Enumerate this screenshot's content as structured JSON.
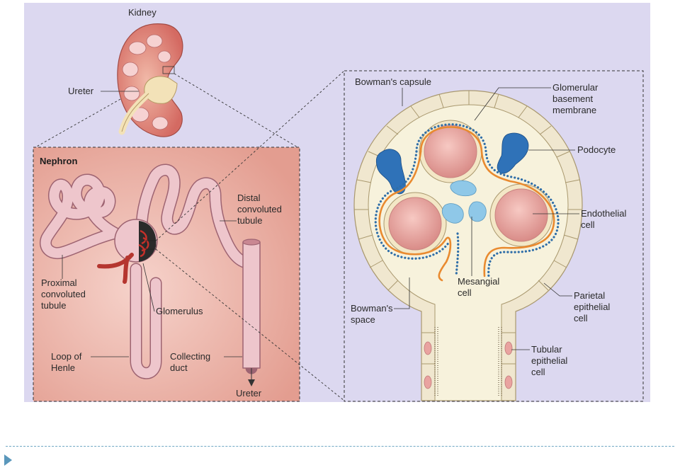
{
  "colors": {
    "background": "#dcd8f0",
    "nephron_panel": "#e8a69a",
    "kidney_cortex": "#d9736b",
    "tubule": "#eec6cc",
    "capsule_cells": "#f0e7cf",
    "capsule_lumen": "#f7f2dc",
    "capillary": "#e9a3a0",
    "podocyte": "#2f72b8",
    "basement_membrane": "#e98a2f",
    "mesangial": "#8fc8e8",
    "footer_accent": "#5a97bb"
  },
  "labels": {
    "kidney": "Kidney",
    "ureter_top": "Ureter",
    "nephron": "Nephron",
    "distal_l1": "Distal",
    "distal_l2": "convoluted",
    "distal_l3": "tubule",
    "proximal_l1": "Proximal",
    "proximal_l2": "convoluted",
    "proximal_l3": "tubule",
    "glomerulus": "Glomerulus",
    "loop_l1": "Loop of",
    "loop_l2": "Henle",
    "collecting_l1": "Collecting",
    "collecting_l2": "duct",
    "ureter_bottom": "Ureter",
    "bowmans_capsule": "Bowman's capsule",
    "gbm_l1": "Glomerular",
    "gbm_l2": "basement",
    "gbm_l3": "membrane",
    "podocyte": "Podocyte",
    "endothelial_l1": "Endothelial",
    "endothelial_l2": "cell",
    "mesangial_l1": "Mesangial",
    "mesangial_l2": "cell",
    "bowmans_space_l1": "Bowman's",
    "bowmans_space_l2": "space",
    "parietal_l1": "Parietal",
    "parietal_l2": "epithelial",
    "parietal_l3": "cell",
    "tubular_l1": "Tubular",
    "tubular_l2": "epithelial",
    "tubular_l3": "cell"
  }
}
